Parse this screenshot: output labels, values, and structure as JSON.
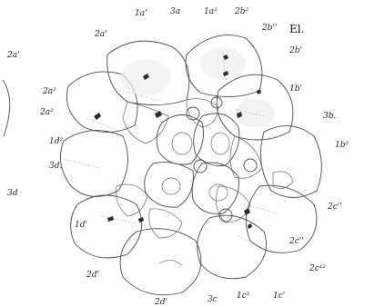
{
  "figure": {
    "number": "El.",
    "labels": {
      "l_1a1_top": "1a'",
      "l_3a_top": "3a",
      "l_1a2_top": "1a²",
      "l_2b2_top": "2b²",
      "l_2b11": "2b''",
      "l_2b1": "2b'",
      "l_1b1": "1b'",
      "l_3b": "3b.",
      "l_1b2": "1b²",
      "l_2c11": "2c''",
      "l_2c1_lower": "2c''",
      "l_2c12": "2c¹²",
      "l_1c1": "1c'",
      "l_1c2": "1c²",
      "l_3c": "3c",
      "l_2d1_bottom": "2d'",
      "l_2d1": "2d'",
      "l_1d1": "1d'",
      "l_3d_left": "3d",
      "l_3d": "3d.",
      "l_1d2": "1d²",
      "l_2a2": "2a²",
      "l_2a": "2a²",
      "l_2a1_left": "2a'",
      "l_2a1_top": "2a'"
    }
  }
}
